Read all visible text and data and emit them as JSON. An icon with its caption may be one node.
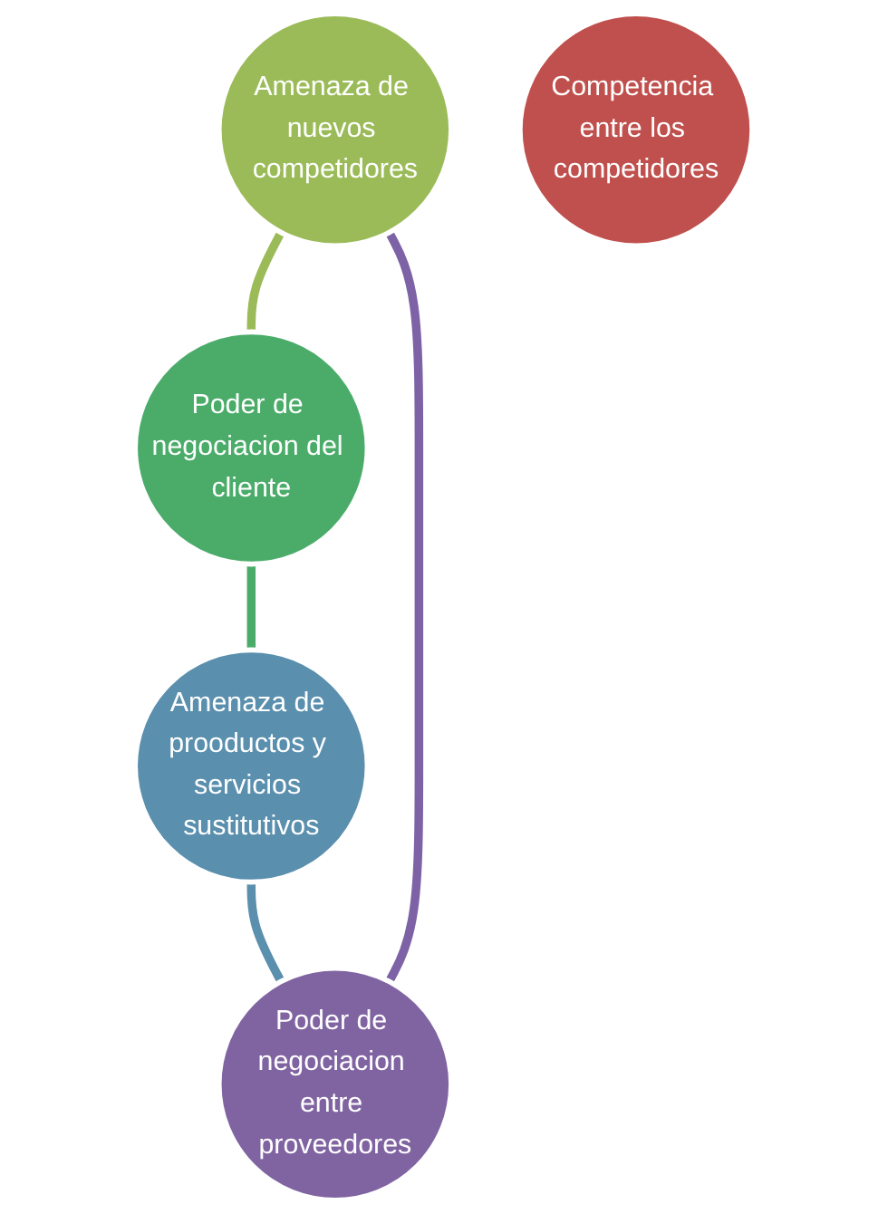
{
  "diagram": {
    "nodes": [
      {
        "text": [
          "Amenaza de nuevos competidores"
        ]
      },
      {
        "text": [
          "Poder de negociacion entre proveedores"
        ]
      },
      {
        "text": [
          "Competencia entre los competidores"
        ]
      },
      {
        "text": [
          "Poder de negociacion del cliente"
        ]
      },
      {
        "text": [
          "Amenaza de prooductos y servicios sustitutivos"
        ]
      }
    ],
    "edges": [
      {
        "from": 0,
        "to": 3,
        "arrow": "none",
        "color": "#9bbb59"
      },
      {
        "from": 3,
        "to": 4,
        "arrow": "none",
        "color": "#4bac6a"
      },
      {
        "from": 4,
        "to": 1,
        "arrow": "none",
        "color": "#5a8fae"
      },
      {
        "from": 1,
        "to": 0,
        "arrow": "none",
        "color": "#7d62a6"
      }
    ]
  }
}
